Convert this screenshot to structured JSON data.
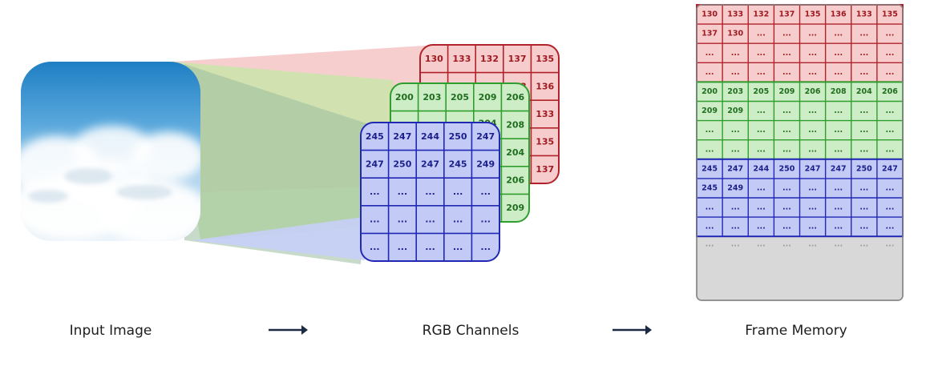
{
  "labels": {
    "input": "Input Image",
    "channels": "RGB Channels",
    "memory": "Frame Memory"
  },
  "icons": {
    "arrow": "right-arrow-icon"
  },
  "colors": {
    "red_fill": "#f7cccc",
    "red_stroke": "#b0232b",
    "red_text": "#a01a22",
    "green_fill": "#cdedc6",
    "green_stroke": "#2f9e2f",
    "green_text": "#1f6e1f",
    "blue_fill": "#c3caf6",
    "blue_stroke": "#2128b4",
    "blue_text": "#1a1f8c",
    "memory_bg": "#d8d8d8",
    "memory_border": "#888888",
    "arrow": "#1c2a44"
  },
  "channels": {
    "red": {
      "first_row": [
        "130",
        "133",
        "132",
        "137",
        "135"
      ],
      "last_col": [
        "135",
        "136",
        "133",
        "135",
        "137"
      ],
      "hidden_partial": "13"
    },
    "green": {
      "first_row": [
        "200",
        "203",
        "205",
        "209",
        "206"
      ],
      "last_col": [
        "206",
        "208",
        "204",
        "206",
        "209"
      ],
      "hidden_partial": "204"
    },
    "blue": {
      "rows": [
        [
          "245",
          "247",
          "244",
          "250",
          "247"
        ],
        [
          "247",
          "250",
          "247",
          "245",
          "249"
        ],
        [
          "...",
          "...",
          "...",
          "...",
          "..."
        ],
        [
          "...",
          "...",
          "...",
          "...",
          "..."
        ],
        [
          "...",
          "...",
          "...",
          "...",
          "..."
        ]
      ]
    }
  },
  "memory": {
    "red_rows": [
      [
        "130",
        "133",
        "132",
        "137",
        "135",
        "136",
        "133",
        "135"
      ],
      [
        "137",
        "130",
        "...",
        "...",
        "...",
        "...",
        "...",
        "..."
      ],
      [
        "...",
        "...",
        "...",
        "...",
        "...",
        "...",
        "...",
        "..."
      ],
      [
        "...",
        "...",
        "...",
        "...",
        "...",
        "...",
        "...",
        "..."
      ]
    ],
    "green_rows": [
      [
        "200",
        "203",
        "205",
        "209",
        "206",
        "208",
        "204",
        "206"
      ],
      [
        "209",
        "209",
        "...",
        "...",
        "...",
        "...",
        "...",
        "..."
      ],
      [
        "...",
        "...",
        "...",
        "...",
        "...",
        "...",
        "...",
        "..."
      ],
      [
        "...",
        "...",
        "...",
        "...",
        "...",
        "...",
        "...",
        "..."
      ]
    ],
    "blue_rows": [
      [
        "245",
        "247",
        "244",
        "250",
        "247",
        "247",
        "250",
        "247"
      ],
      [
        "245",
        "249",
        "...",
        "...",
        "...",
        "...",
        "...",
        "..."
      ],
      [
        "...",
        "...",
        "...",
        "...",
        "...",
        "...",
        "...",
        "..."
      ],
      [
        "...",
        "...",
        "...",
        "...",
        "...",
        "...",
        "...",
        "..."
      ]
    ],
    "gray_row": [
      "...",
      "...",
      "...",
      "...",
      "...",
      "...",
      "...",
      "..."
    ]
  }
}
